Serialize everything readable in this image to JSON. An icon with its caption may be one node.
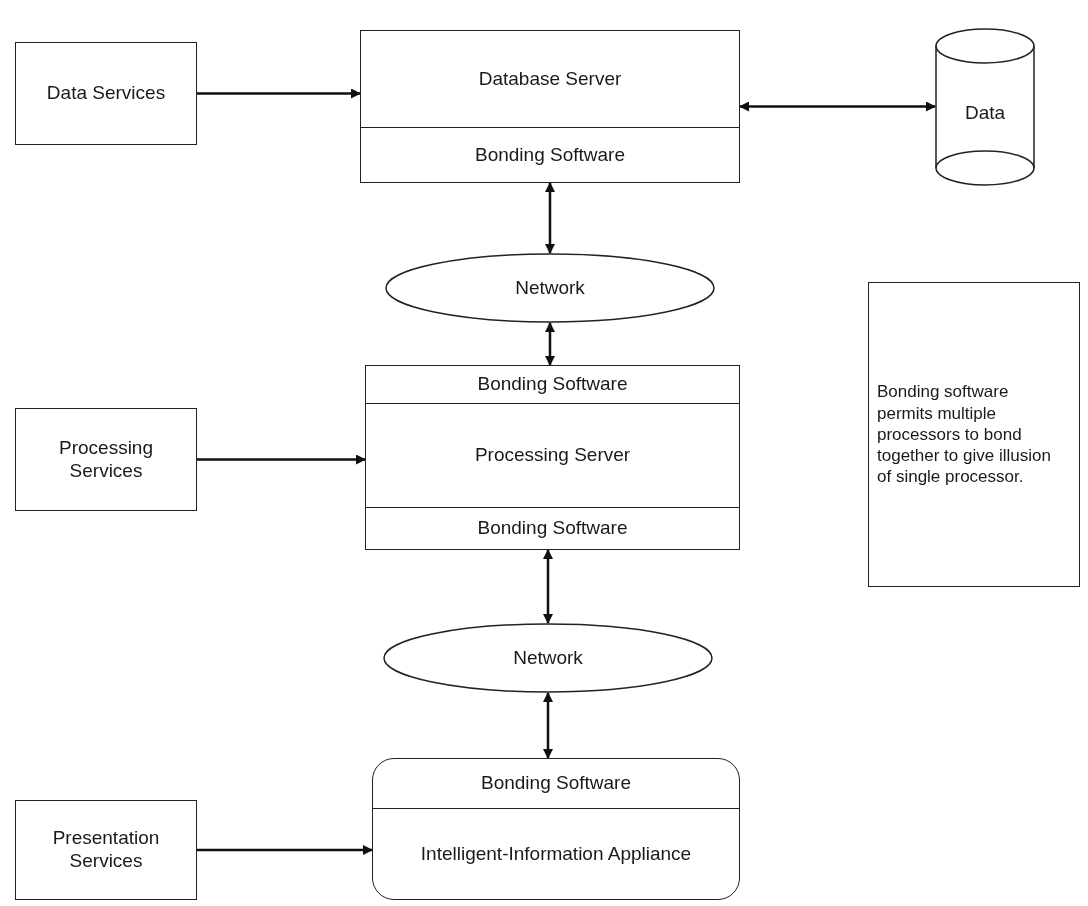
{
  "diagram": {
    "nodes": [
      {
        "text": [
          "Data Services"
        ]
      },
      {
        "text": [
          "Database Server",
          "Bonding Software"
        ]
      },
      {
        "text": [
          "Data"
        ]
      },
      {
        "text": [
          "Network"
        ]
      },
      {
        "text": [
          "Processing Services"
        ]
      },
      {
        "text": [
          "Bonding Software",
          "Processing Server",
          "Bonding Software"
        ]
      },
      {
        "text": [
          "Network"
        ]
      },
      {
        "text": [
          "Presentation Services"
        ]
      },
      {
        "text": [
          "Bonding Software",
          "Intelligent-Information Appliance"
        ]
      },
      {
        "text": [
          "Bonding software permits multiple processors to bond together to give illusion of single processor."
        ]
      }
    ],
    "edges": [
      {
        "from": 0,
        "to": 1,
        "arrow": "to"
      },
      {
        "from": 1,
        "to": 2,
        "arrow": "both"
      },
      {
        "from": 1,
        "to": 3,
        "arrow": "both"
      },
      {
        "from": 3,
        "to": 5,
        "arrow": "both"
      },
      {
        "from": 4,
        "to": 5,
        "arrow": "to"
      },
      {
        "from": 5,
        "to": 6,
        "arrow": "both"
      },
      {
        "from": 6,
        "to": 8,
        "arrow": "both"
      },
      {
        "from": 7,
        "to": 8,
        "arrow": "to"
      }
    ]
  }
}
